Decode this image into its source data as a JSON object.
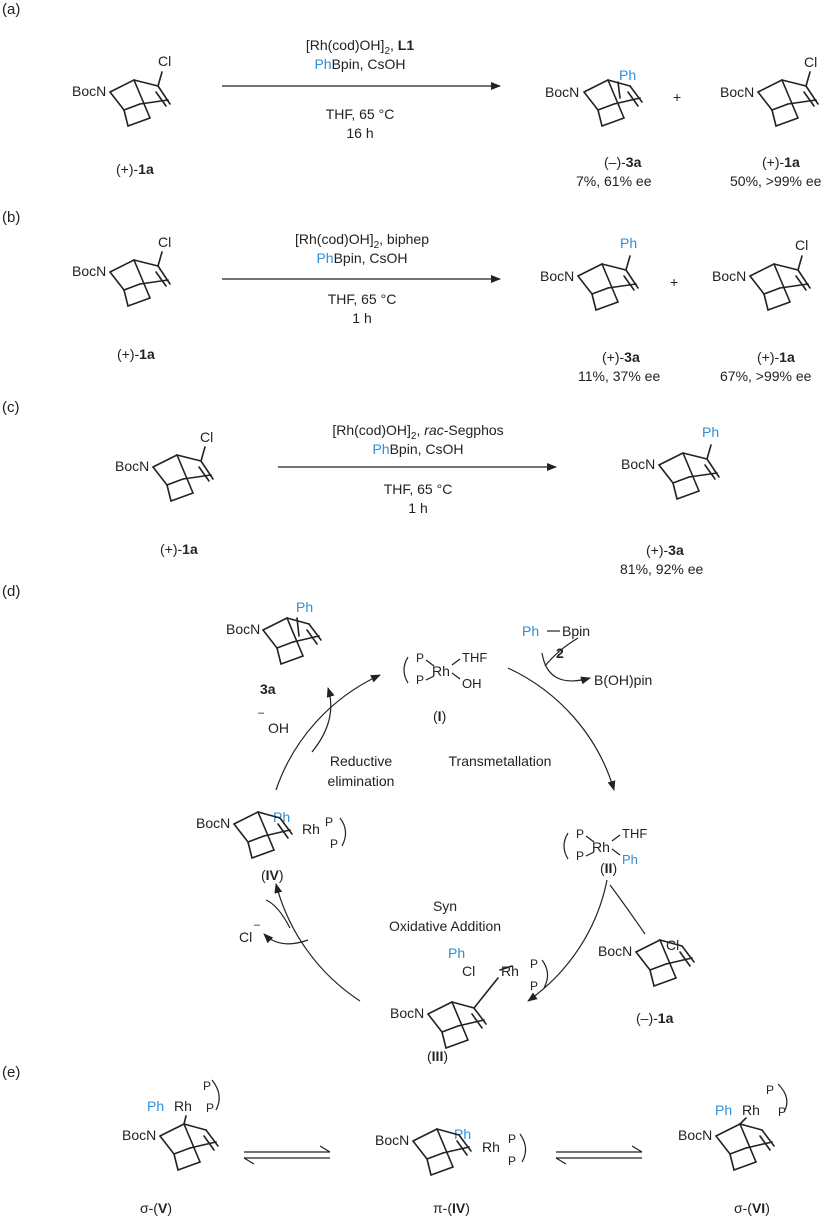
{
  "colors": {
    "text": "#222222",
    "phenyl": "#2e8fd8",
    "background": "#ffffff"
  },
  "common": {
    "bocn": "BocN",
    "cl": "Cl",
    "ph": "Ph",
    "plus": "+",
    "p": "P",
    "rh": "Rh",
    "thf": "THF",
    "oh": "OH",
    "bpin": "Bpin",
    "pi": "π",
    "sigma": "σ"
  },
  "panel_a": {
    "label": "(a)",
    "reagent_line1_pre": "[Rh(cod)OH]",
    "reagent_line1_sub": "2",
    "reagent_line1_sep": ", ",
    "ligand": "L1",
    "reagent_line2_rest": "Bpin, CsOH",
    "conditions_line1": "THF, 65 °C",
    "conditions_line2": "16 h",
    "sm_prefix": "(+)-",
    "sm_num": "1a",
    "p1_prefix": "(–)-",
    "p1_num": "3a",
    "p1_yield": "7%, 61% ee",
    "p2_prefix": "(+)-",
    "p2_num": "1a",
    "p2_yield": "50%, >99% ee"
  },
  "panel_b": {
    "label": "(b)",
    "reagent_line1_pre": "[Rh(cod)OH]",
    "reagent_line1_sub": "2",
    "reagent_line1_post": ", biphep",
    "reagent_line2_rest": "Bpin, CsOH",
    "conditions_line1": "THF, 65 °C",
    "conditions_line2": "1 h",
    "sm_prefix": "(+)-",
    "sm_num": "1a",
    "p1_prefix": "(+)-",
    "p1_num": "3a",
    "p1_yield": "11%, 37% ee",
    "p2_prefix": "(+)-",
    "p2_num": "1a",
    "p2_yield": "67%, >99% ee"
  },
  "panel_c": {
    "label": "(c)",
    "reagent_line1_pre": "[Rh(cod)OH]",
    "reagent_line1_sub": "2",
    "reagent_line1_sep": ", ",
    "ligand_italic": "rac",
    "ligand_rest": "-Segphos",
    "reagent_line2_rest": "Bpin, CsOH",
    "conditions_line1": "THF, 65 °C",
    "conditions_line2": "1 h",
    "sm_prefix": "(+)-",
    "sm_num": "1a",
    "p1_prefix": "(+)-",
    "p1_num": "3a",
    "p1_yield": "81%, 92% ee"
  },
  "panel_d": {
    "label": "(d)",
    "product_label": "3a",
    "hydroxide": "OH",
    "reagent_2_label": "2",
    "byproduct": "B(OH)pin",
    "step_reductive_1": "Reductive",
    "step_reductive_2": "elimination",
    "step_transmetallation": "Transmetallation",
    "step_oa_1": "Syn",
    "step_oa_2": "Oxidative Addition",
    "chloride": "Cl",
    "intermediate_I": "I",
    "intermediate_II": "II",
    "intermediate_III": "III",
    "intermediate_IV": "IV",
    "substrate_prefix": "(–)-",
    "substrate_num": "1a"
  },
  "panel_e": {
    "label": "(e)",
    "species_1": "V",
    "species_2": "IV",
    "species_3": "VI"
  }
}
